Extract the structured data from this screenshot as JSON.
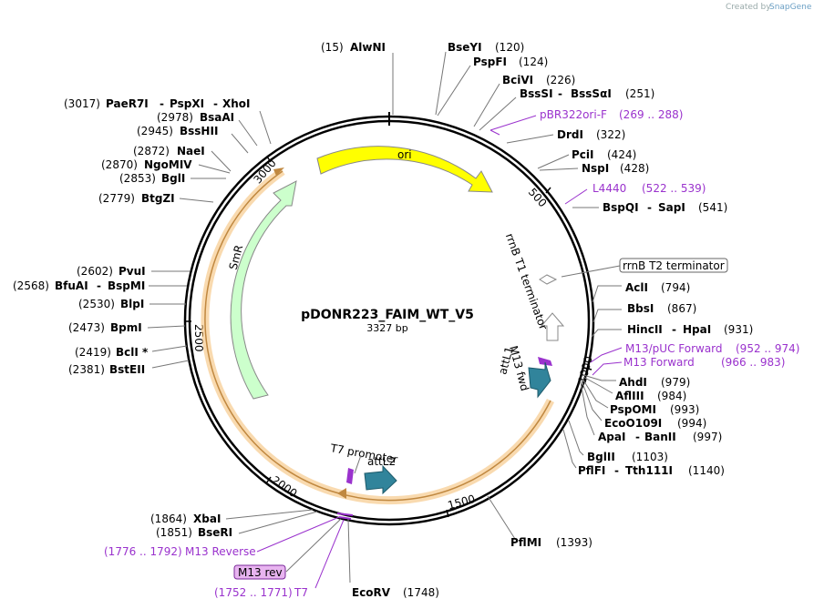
{
  "brand": {
    "created_by": "Created by",
    "name": "SnapGene"
  },
  "plasmid": {
    "name": "pDONR223_FAIM_WT_V5",
    "length_label": "3327 bp"
  },
  "ticks": [
    "500",
    "1000",
    "1500",
    "2000",
    "2500",
    "3000"
  ],
  "features": {
    "ori": "ori",
    "smr": "SmR",
    "rrnb_t1": "rrnB T1 terminator",
    "rrnb_t2": "rrnB T2 terminator",
    "m13_fwd": "M13 fwd",
    "attl1": "attL1",
    "t7_promoter": "T7 promoter",
    "attl2": "attL2",
    "m13_rev": "M13 rev"
  },
  "sites_right": [
    {
      "pos": "(15)",
      "name": "AlwNI"
    },
    {
      "name": "BseYI",
      "pos": "(120)"
    },
    {
      "name": "PspFI",
      "pos": "(124)"
    },
    {
      "name": "BciVI",
      "pos": "(226)"
    },
    {
      "name": "BssSI",
      "name2": "BssSαI",
      "pos": "(251)"
    },
    {
      "name": "pBR322ori-F",
      "pos": "(269 .. 288)",
      "primer": true
    },
    {
      "name": "DrdI",
      "pos": "(322)"
    },
    {
      "name": "PciI",
      "pos": "(424)"
    },
    {
      "name": "NspI",
      "pos": "(428)"
    },
    {
      "name": "L4440",
      "pos": "(522 .. 539)",
      "primer": true
    },
    {
      "name": "BspQI",
      "name2": "SapI",
      "pos": "(541)"
    },
    {
      "name": "AclI",
      "pos": "(794)"
    },
    {
      "name": "BbsI",
      "pos": "(867)"
    },
    {
      "name": "HincII",
      "name2": "HpaI",
      "pos": "(931)"
    },
    {
      "name": "M13/pUC Forward",
      "pos": "(952 .. 974)",
      "primer": true
    },
    {
      "name": "M13 Forward",
      "pos": "(966 .. 983)",
      "primer": true
    },
    {
      "name": "AhdI",
      "pos": "(979)"
    },
    {
      "name": "AflIII",
      "pos": "(984)"
    },
    {
      "name": "PspOMI",
      "pos": "(993)"
    },
    {
      "name": "EcoO109I",
      "pos": "(994)"
    },
    {
      "name": "ApaI",
      "name2": "BanII",
      "pos": "(997)"
    },
    {
      "name": "BglII",
      "pos": "(1103)"
    },
    {
      "name": "PflFI",
      "name2": "Tth111I",
      "pos": "(1140)"
    },
    {
      "name": "PflMI",
      "pos": "(1393)"
    },
    {
      "name": "EcoRV",
      "pos": "(1748)"
    }
  ],
  "sites_left": [
    {
      "pos": "(3017)",
      "name": "PaeR7I",
      "name2": "PspXI",
      "name3": "XhoI"
    },
    {
      "pos": "(2978)",
      "name": "BsaAI"
    },
    {
      "pos": "(2945)",
      "name": "BssHII"
    },
    {
      "pos": "(2872)",
      "name": "NaeI"
    },
    {
      "pos": "(2870)",
      "name": "NgoMIV"
    },
    {
      "pos": "(2853)",
      "name": "BglI"
    },
    {
      "pos": "(2779)",
      "name": "BtgZI"
    },
    {
      "pos": "(2602)",
      "name": "PvuI"
    },
    {
      "pos": "(2568)",
      "name": "BfuAI",
      "name2": "BspMI"
    },
    {
      "pos": "(2530)",
      "name": "BlpI"
    },
    {
      "pos": "(2473)",
      "name": "BpmI"
    },
    {
      "pos": "(2419)",
      "name": "BclI *"
    },
    {
      "pos": "(2381)",
      "name": "BstEII"
    },
    {
      "pos": "(1864)",
      "name": "XbaI"
    },
    {
      "pos": "(1851)",
      "name": "BseRI"
    },
    {
      "pos": "(1776 .. 1792)",
      "name": "M13 Reverse",
      "primer": true
    },
    {
      "pos": "(1752 .. 1771)",
      "name": "T7",
      "primer": true
    }
  ],
  "colors": {
    "ori": "#ffff00",
    "smr": "#ccffcc",
    "att": "#31849b",
    "highlight": "#f5c27a",
    "primer": "#9a32cd",
    "m13rev_box": "#e8b4f0"
  }
}
